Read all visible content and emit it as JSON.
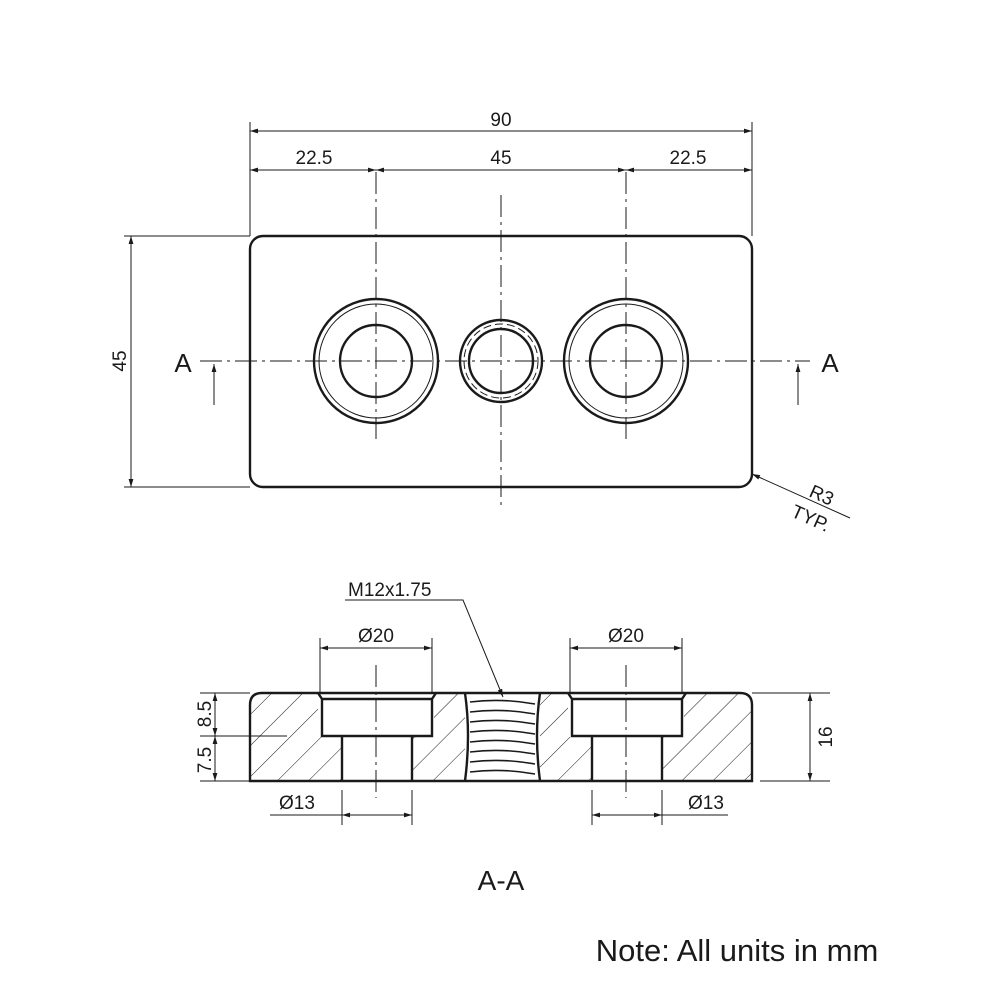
{
  "top_view": {
    "dim_overall_width": "90",
    "dim_left_offset": "22.5",
    "dim_hole_spacing": "45",
    "dim_right_offset": "22.5",
    "dim_height": "45",
    "section_label_left": "A",
    "section_label_right": "A",
    "corner_radius": "R3",
    "corner_typ": "TYP."
  },
  "section_view": {
    "thread_callout": "M12x1.75",
    "counterbore_left": "Ø20",
    "counterbore_right": "Ø20",
    "hole_left": "Ø13",
    "hole_right": "Ø13",
    "counterbore_depth": "8.5",
    "hole_depth": "7.5",
    "thickness": "16",
    "title": "A-A"
  },
  "note": "Note: All units in mm"
}
